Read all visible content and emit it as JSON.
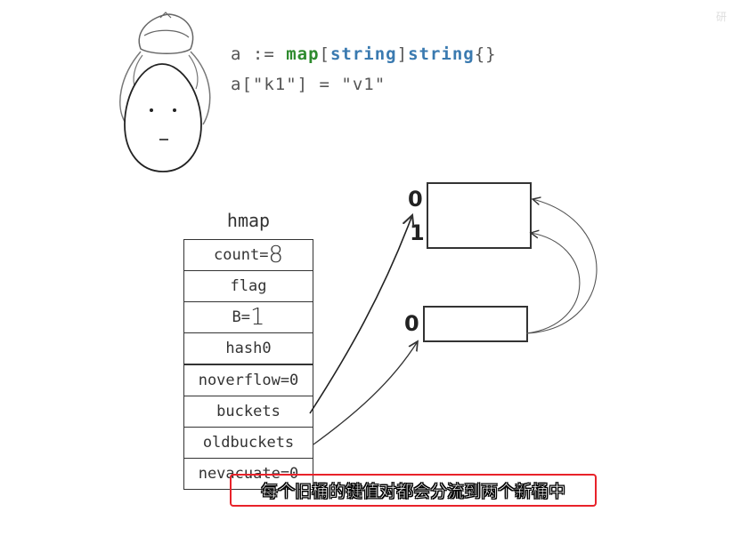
{
  "code": {
    "line1": {
      "a": "a := ",
      "kw": "map",
      "lb": "[",
      "t1": "string",
      "rb": "]",
      "t2": "string",
      "tail": "{}"
    },
    "line2": "a[\"k1\"] = \"v1\""
  },
  "hmap": {
    "title": "hmap",
    "fields": [
      {
        "label": "count=",
        "value": "8"
      },
      {
        "label": "flag",
        "value": ""
      },
      {
        "label": "B=",
        "value": "1"
      },
      {
        "label": "hash0",
        "value": ""
      },
      {
        "label": "noverflow=0",
        "value": ""
      },
      {
        "label": "buckets",
        "value": ""
      },
      {
        "label": "oldbuckets",
        "value": ""
      },
      {
        "label": "nevacuate=0",
        "value": ""
      }
    ]
  },
  "new_buckets": {
    "indices": [
      "0",
      "1"
    ]
  },
  "old_buckets": {
    "indices": [
      "0"
    ]
  },
  "caption": "每个旧桶的键值对都会分流到两个新桶中",
  "watermark": "研",
  "colors": {
    "keyword": "#2e8b2e",
    "type": "#3a7ab0",
    "caption_border": "#e8222a",
    "ink": "#333333"
  }
}
